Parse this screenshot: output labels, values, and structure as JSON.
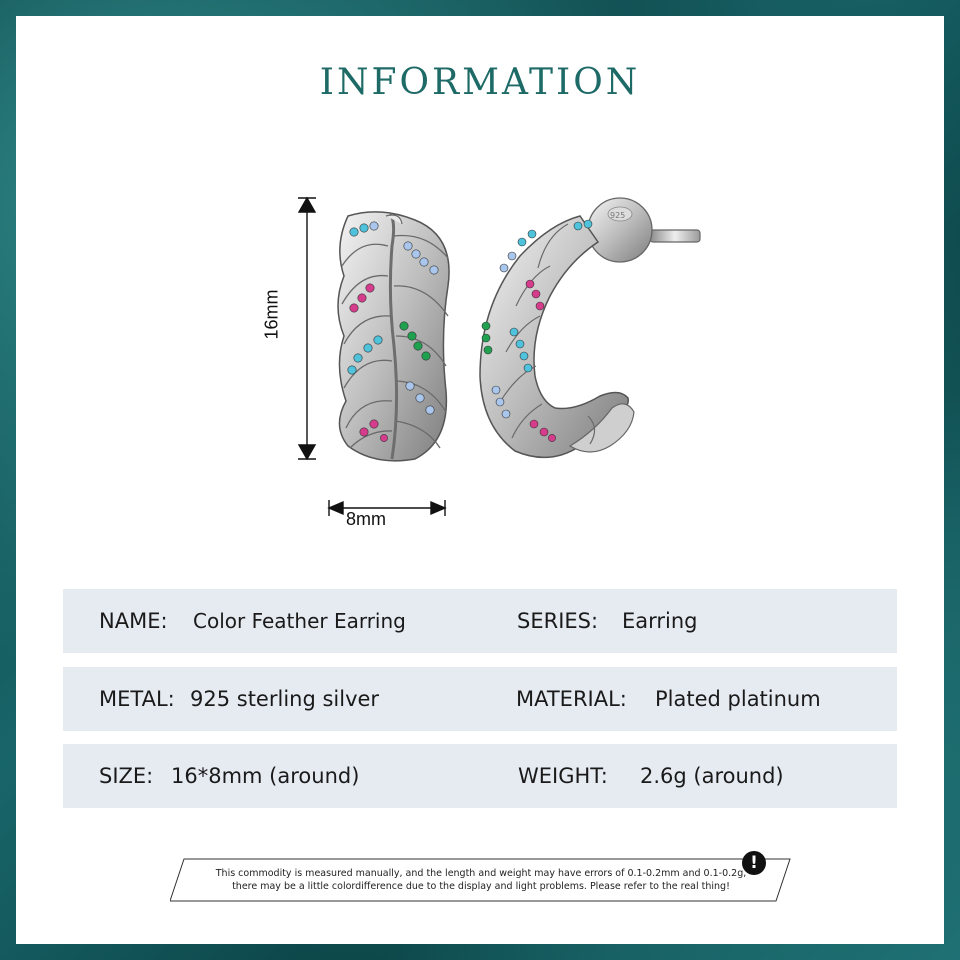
{
  "title": "INFORMATION",
  "dimensions": {
    "height_label": "16mm",
    "width_label": "8mm"
  },
  "stamp": "925",
  "specs": [
    {
      "left": {
        "label": "NAME:",
        "value": "Color Feather Earring"
      },
      "right": {
        "label": "SERIES:",
        "value": "Earring"
      }
    },
    {
      "left": {
        "label": "METAL:",
        "value": "925 sterling silver"
      },
      "right": {
        "label": "MATERIAL:",
        "value": "Plated platinum"
      }
    },
    {
      "left": {
        "label": "SIZE:",
        "value": "16*8mm (around)"
      },
      "right": {
        "label": "WEIGHT:",
        "value": "2.6g (around)"
      }
    }
  ],
  "footer": {
    "line1": "This commodity is measured manually, and the length and weight may have errors of 0.1-0.2mm and 0.1-0.2g,",
    "line2": "there may be a little colordifference due to the display and light problems. Please refer to the real thing!",
    "icon": "exclamation-icon"
  },
  "colors": {
    "title": "#1d6a67",
    "row_bg": "#e6ebf2",
    "frame": "#0d4a4c",
    "gem_blue": "#4fc3dc",
    "gem_pink": "#d63c8c",
    "gem_green": "#1fa14f",
    "gem_light_blue": "#a9c6ec"
  }
}
